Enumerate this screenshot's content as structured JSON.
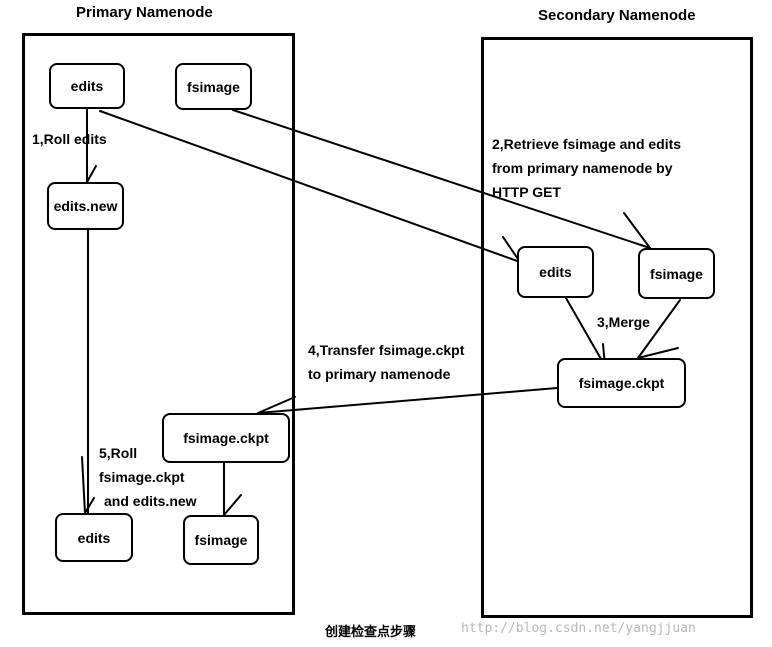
{
  "primary": {
    "title": "Primary Namenode",
    "nodes": {
      "edits": "edits",
      "fsimage": "fsimage",
      "edits_new": "edits.new",
      "fsimage_ckpt": "fsimage.ckpt",
      "edits_bottom": "edits",
      "fsimage_bottom": "fsimage"
    }
  },
  "secondary": {
    "title": "Secondary Namenode",
    "nodes": {
      "edits": "edits",
      "fsimage": "fsimage",
      "fsimage_ckpt": "fsimage.ckpt"
    }
  },
  "steps": {
    "step1": "1,Roll edits",
    "step2": [
      "2,Retrieve fsimage and edits",
      "from primary namenode  by",
      "HTTP  GET"
    ],
    "step3": "3,Merge",
    "step4": [
      "4,Transfer fsimage.ckpt",
      "to primary namenode"
    ],
    "step5": [
      "5,Roll",
      "fsimage.ckpt",
      "and edits.new"
    ]
  },
  "caption": "创建检查点步骤",
  "watermark": "http://blog.csdn.net/yangjjuan"
}
